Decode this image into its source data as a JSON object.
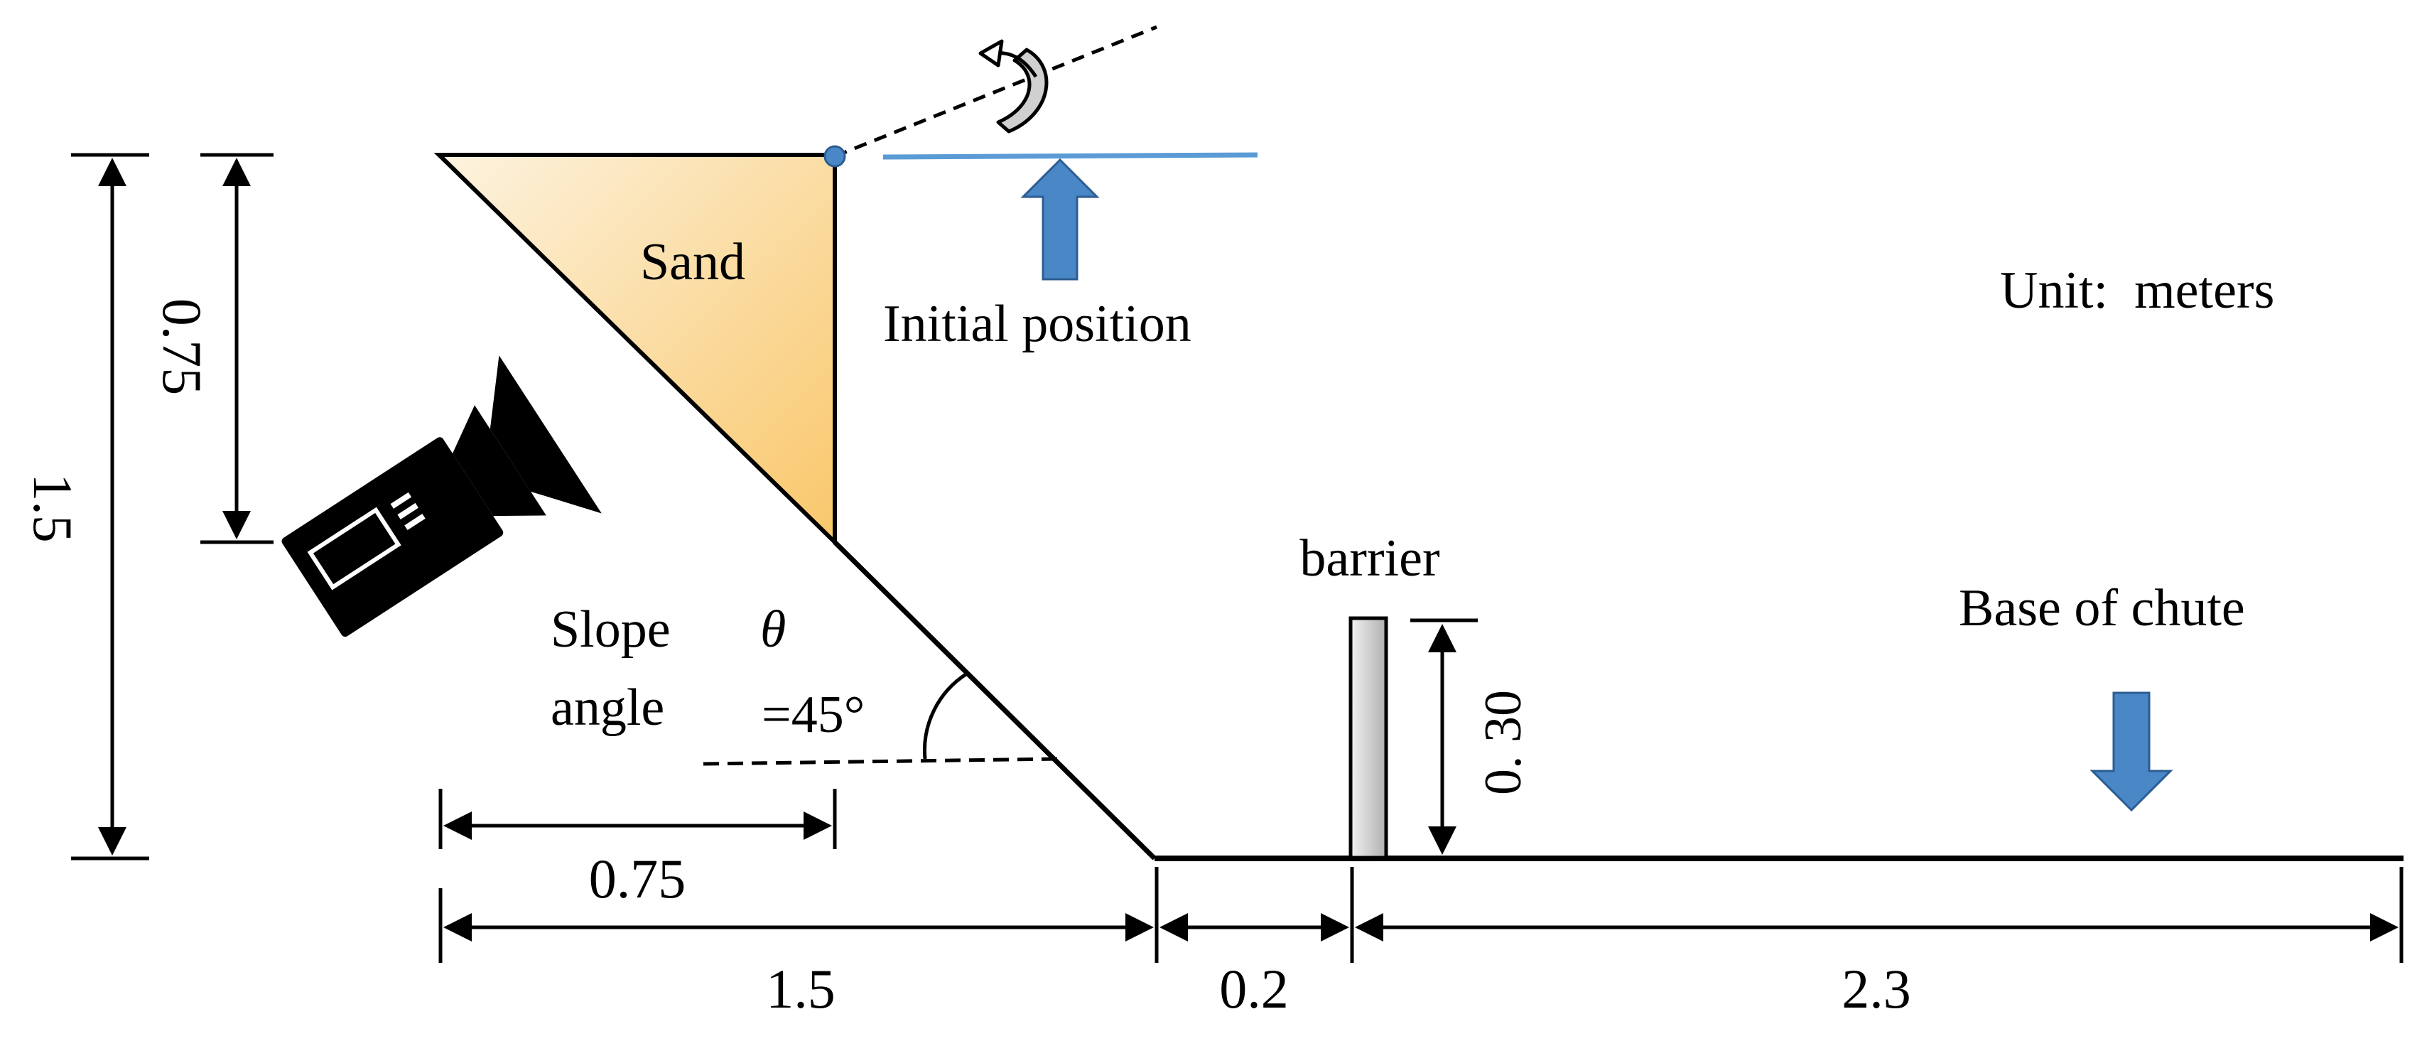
{
  "labels": {
    "sand": "Sand",
    "initial_position": "Initial position",
    "unit": "Unit:  meters",
    "barrier": "barrier",
    "base_of_chute": "Base of chute",
    "slope_word": "Slope",
    "angle_word": "angle",
    "theta": "θ",
    "angle_value": "=45°"
  },
  "dimensions": {
    "total_height": "1.5",
    "sand_height": "0.75",
    "sand_width": "0.75",
    "slope_horizontal": "1.5",
    "gap_to_barrier": "0.2",
    "chute_length": "2.3",
    "barrier_height": "0. 30"
  },
  "colors": {
    "sand_light": "#fdf3e0",
    "sand_dark": "#f9c76a",
    "blue": "#4a87c7",
    "blue_line": "#5b9bd5",
    "barrier_fill": "#cfcfcf",
    "camera": "#000000"
  },
  "icons": {
    "camera": "video-camera-icon",
    "rotation": "curved-rotation-arrow-icon"
  }
}
